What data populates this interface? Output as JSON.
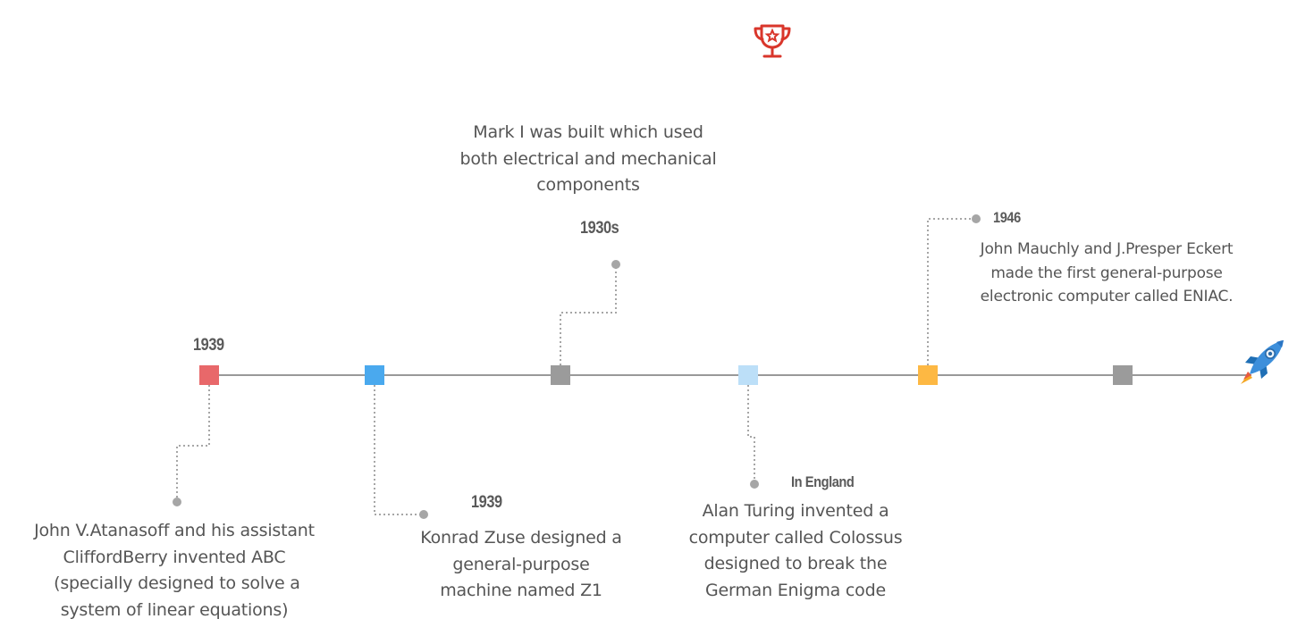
{
  "colors": {
    "axis": "#999999",
    "connector": "#a6a6a6",
    "trophy": "#d9362b",
    "markers": [
      "#e8686a",
      "#4aa9ee",
      "#9b9b9b",
      "#bcdff8",
      "#fdb843",
      "#9b9b9b"
    ]
  },
  "icons": {
    "top": "trophy-icon",
    "end": "rocket-icon"
  },
  "events": [
    {
      "label": "1939",
      "description": [
        "John V.Atanasoff and his assistant",
        "CliffordBerry invented ABC",
        " (specially designed to solve a",
        "system of linear equations)"
      ]
    },
    {
      "label": "1939",
      "description": [
        "Konrad Zuse designed a",
        "general-purpose",
        "machine named Z1"
      ]
    },
    {
      "label": "1930s",
      "description": [
        "Mark I was built which used",
        "both electrical and mechanical",
        "components"
      ]
    },
    {
      "label": "In England",
      "description": [
        "Alan Turing invented a",
        "computer called Colossus",
        "designed to break the",
        "German Enigma code"
      ]
    },
    {
      "label": "1946",
      "description": [
        "John Mauchly and J.Presper Eckert",
        "made the first general-purpose",
        "electronic computer called ENIAC."
      ]
    }
  ]
}
